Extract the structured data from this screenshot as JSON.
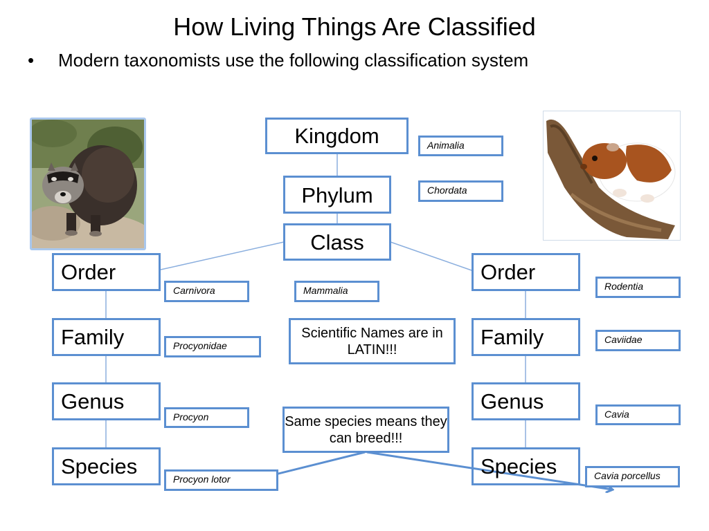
{
  "slide": {
    "title": "How Living Things Are Classified",
    "bullet": "Modern taxonomists use the following classification system"
  },
  "center": {
    "kingdom": "Kingdom",
    "phylum": "Phylum",
    "class": "Class",
    "kingdom_value": "Animalia",
    "phylum_value": "Chordata",
    "class_value": "Mammalia"
  },
  "left": {
    "animal": "raccoon",
    "order": "Order",
    "family": "Family",
    "genus": "Genus",
    "species": "Species",
    "order_value": "Carnivora",
    "family_value": "Procyonidae",
    "genus_value": "Procyon",
    "species_value": "Procyon lotor"
  },
  "right": {
    "animal": "guinea pig",
    "order": "Order",
    "family": "Family",
    "genus": "Genus",
    "species": "Species",
    "order_value": "Rodentia",
    "family_value": "Caviidae",
    "genus_value": "Cavia",
    "species_value": "Cavia porcellus"
  },
  "notes": {
    "latin": "Scientific Names are in LATIN!!!",
    "breed": "Same species means they can breed!!!"
  },
  "colors": {
    "box_border": "#5b8fd1",
    "connector": "#8aaede",
    "arrow": "#5b8fd1"
  }
}
